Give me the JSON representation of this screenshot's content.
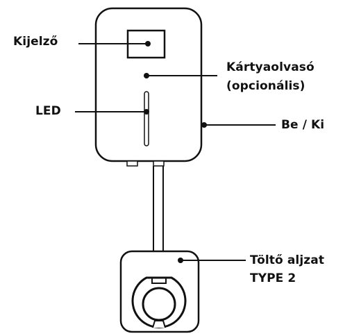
{
  "labels": {
    "display": "Kijelző",
    "card_reader_line1": "Kártyaolvasó",
    "card_reader_line2": "(opcionális)",
    "led": "LED",
    "power": "Be / Ki",
    "socket_line1": "Töltő aljzat",
    "socket_line2": "TYPE 2"
  },
  "colors": {
    "ink": "#111111",
    "background": "#ffffff"
  }
}
